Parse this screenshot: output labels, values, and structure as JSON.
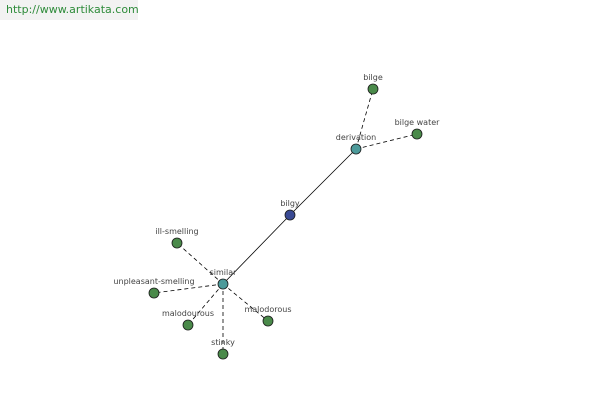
{
  "watermark": "http://www.artikata.com",
  "colors": {
    "root": "#3a4a94",
    "relation": "#4c9a9a",
    "leaf": "#4a8a4a",
    "edge": "#000000",
    "label": "#444444"
  },
  "graph": {
    "nodes": [
      {
        "id": "bilgy",
        "label": "bilgy",
        "kind": "root"
      },
      {
        "id": "derivation",
        "label": "derivation",
        "kind": "relation"
      },
      {
        "id": "similar",
        "label": "similar",
        "kind": "relation"
      },
      {
        "id": "bilge",
        "label": "bilge",
        "kind": "leaf"
      },
      {
        "id": "bilge-water",
        "label": "bilge water",
        "kind": "leaf"
      },
      {
        "id": "ill-smelling",
        "label": "ill-smelling",
        "kind": "leaf"
      },
      {
        "id": "unpleasant-smelling",
        "label": "unpleasant-smelling",
        "kind": "leaf"
      },
      {
        "id": "malodourous-1",
        "label": "malodourous",
        "kind": "leaf"
      },
      {
        "id": "malodorous",
        "label": "malodorous",
        "kind": "leaf"
      },
      {
        "id": "stinky",
        "label": "stinky",
        "kind": "leaf"
      }
    ],
    "edges": [
      {
        "from": "bilgy",
        "to": "derivation",
        "style": "solid"
      },
      {
        "from": "bilgy",
        "to": "similar",
        "style": "solid"
      },
      {
        "from": "derivation",
        "to": "bilge",
        "style": "dashed"
      },
      {
        "from": "derivation",
        "to": "bilge-water",
        "style": "dashed"
      },
      {
        "from": "similar",
        "to": "ill-smelling",
        "style": "dashed"
      },
      {
        "from": "similar",
        "to": "unpleasant-smelling",
        "style": "dashed"
      },
      {
        "from": "similar",
        "to": "malodourous-1",
        "style": "dashed"
      },
      {
        "from": "similar",
        "to": "malodorous",
        "style": "dashed"
      },
      {
        "from": "similar",
        "to": "stinky",
        "style": "dashed"
      }
    ]
  }
}
